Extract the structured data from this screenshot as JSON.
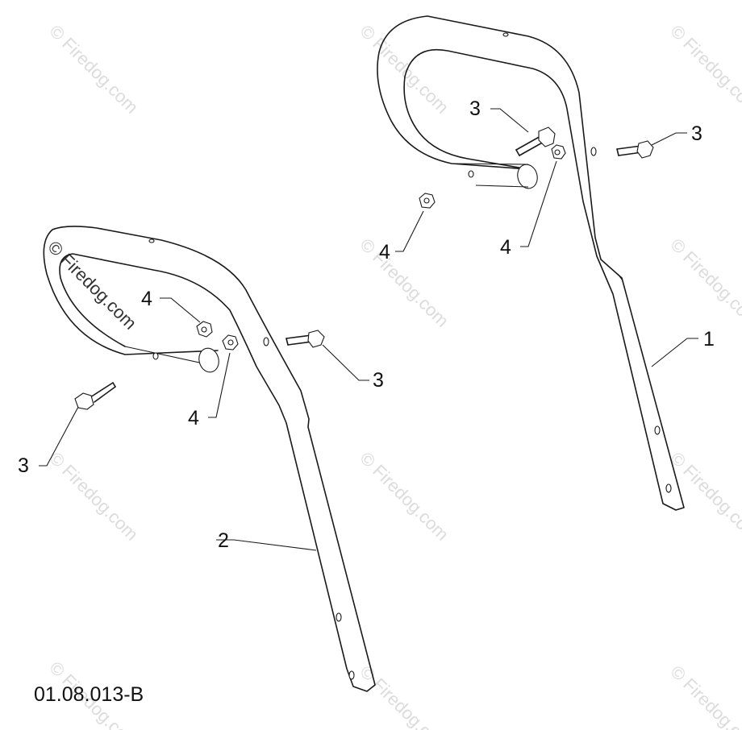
{
  "watermark": {
    "text": "© Firedog.com"
  },
  "callouts": {
    "part1": "1",
    "part2": "2",
    "bolt_a": "3",
    "bolt_b": "3",
    "bolt_c": "3",
    "bolt_d": "3",
    "nut_a": "4",
    "nut_b": "4",
    "nut_c": "4",
    "nut_d": "4"
  },
  "diagram_code": "01.08.013-B"
}
